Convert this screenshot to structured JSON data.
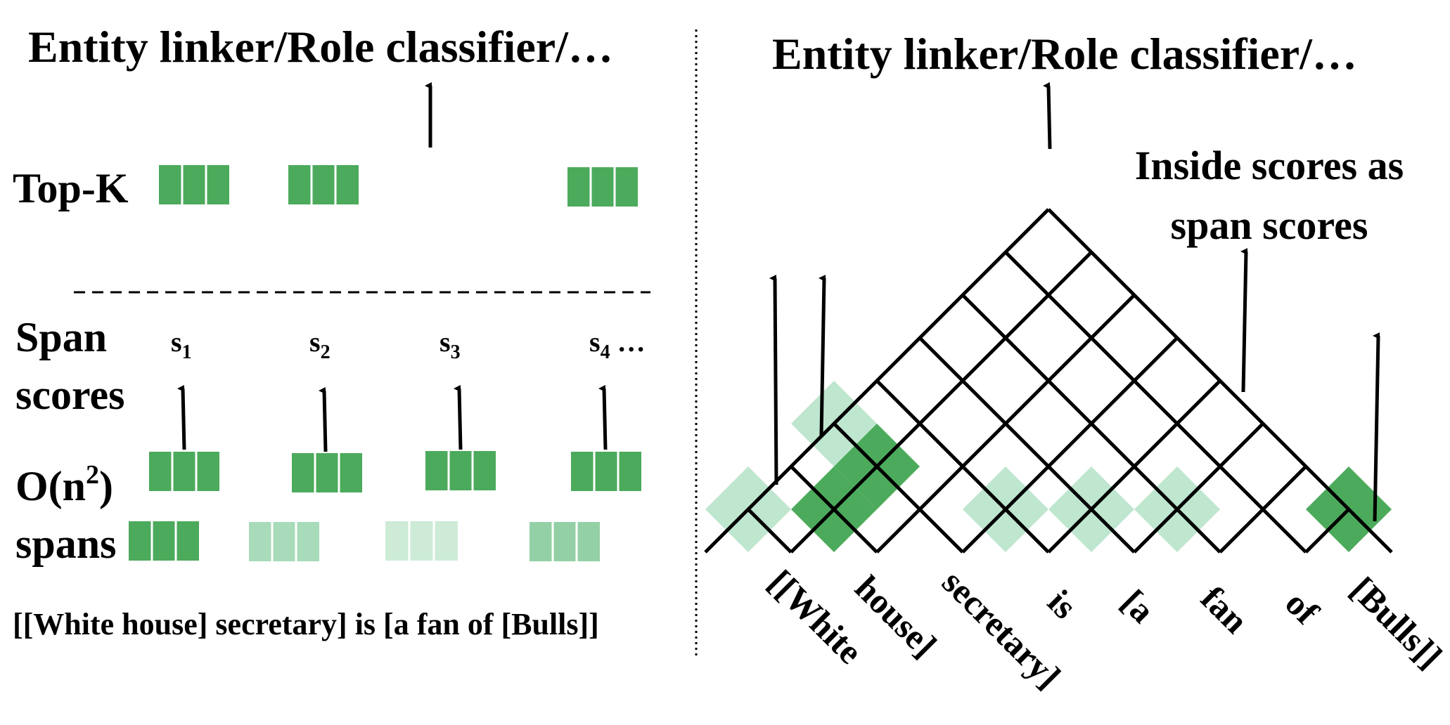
{
  "left": {
    "title": "Entity linker/Role classifier/…",
    "topk_label": "Top-K",
    "span_scores_line1": "Span",
    "span_scores_line2": "scores",
    "spans_line1_prefix": "O(n",
    "spans_line1_sup": "2",
    "spans_line1_suffix": ")",
    "spans_line2": "spans",
    "scores": [
      {
        "base": "s",
        "sub": "1",
        "suffix": ""
      },
      {
        "base": "s",
        "sub": "2",
        "suffix": ""
      },
      {
        "base": "s",
        "sub": "3",
        "suffix": ""
      },
      {
        "base": "s",
        "sub": "4",
        "suffix": " …"
      }
    ],
    "sentence": "[[White house] secretary] is [a fan of [Bulls]]"
  },
  "right": {
    "title": "Entity linker/Role classifier/…",
    "inside_line1": "Inside scores as",
    "inside_line2": "span scores",
    "words": [
      "[[White",
      "house]",
      "secretary]",
      "is",
      "[a",
      "fan",
      "of",
      "[Bulls]]"
    ]
  },
  "colors": {
    "dark_green": "#4caa5c",
    "light_green": "#bfe6cf",
    "light_green_2": "#a8dbb9",
    "lighter_green": "#cdebd6",
    "mid_green": "#94d0a5",
    "line": "#000000"
  },
  "chart_highlights": {
    "dark": [
      [
        1,
        1
      ],
      [
        1,
        2
      ],
      [
        5,
        2
      ],
      [
        7,
        7
      ]
    ],
    "light": [
      [
        0,
        0
      ],
      [
        0,
        2
      ],
      [
        1,
        1
      ],
      [
        3,
        3
      ],
      [
        4,
        4
      ],
      [
        5,
        5
      ]
    ]
  }
}
